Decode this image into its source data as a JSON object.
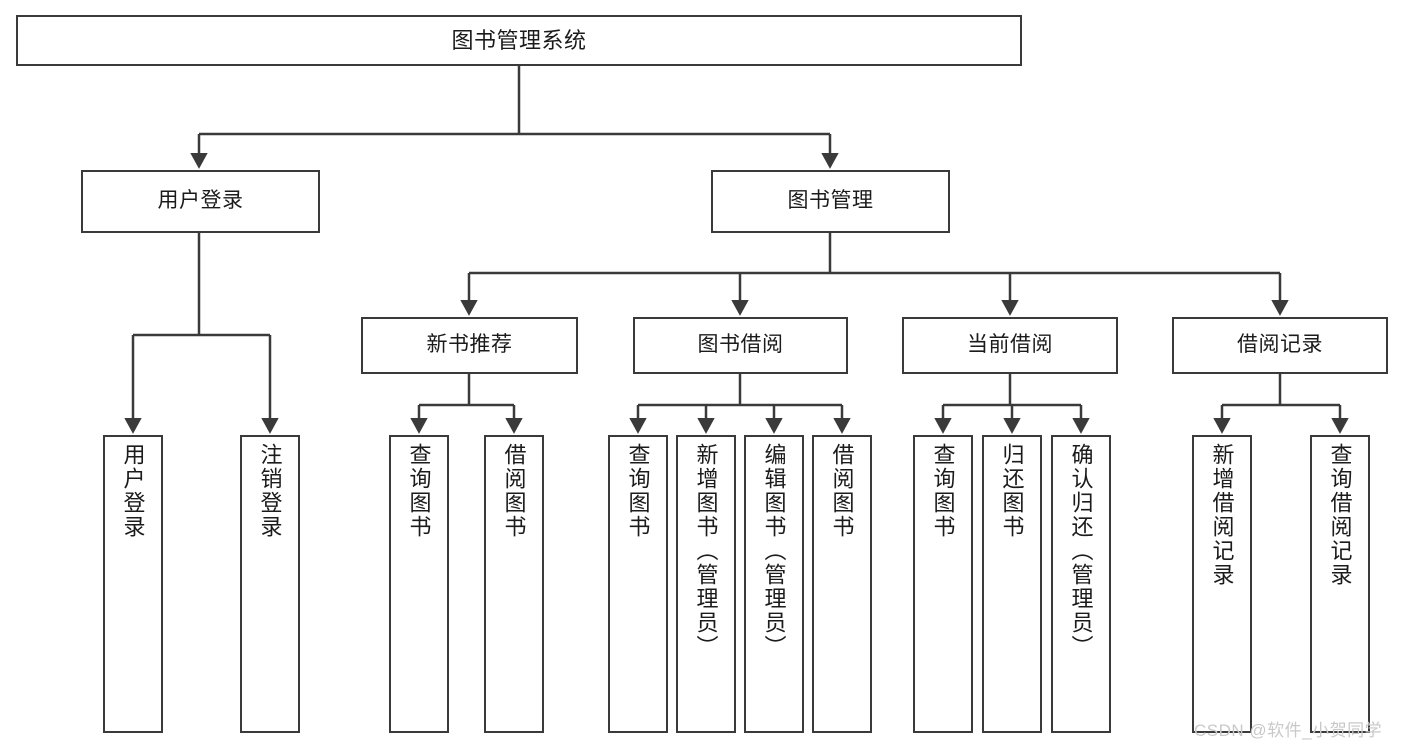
{
  "diagram": {
    "title": "图书管理系统",
    "type": "tree",
    "watermark": "CSDN @软件_小贺同学",
    "colors": {
      "border": "#3a3a3a",
      "text": "#1b1b1b",
      "background": "#ffffff",
      "edge": "#3a3a3a",
      "watermark": "#c9c9c9"
    },
    "nodes": {
      "root": {
        "label": "图书管理系统",
        "level": 1
      },
      "level2": [
        {
          "id": "user-login",
          "label": "用户登录",
          "level": 2
        },
        {
          "id": "book-manage",
          "label": "图书管理",
          "level": 2
        }
      ],
      "level3": [
        {
          "id": "new-book-rec",
          "label": "新书推荐",
          "level": 3,
          "parent": "book-manage"
        },
        {
          "id": "book-borrow",
          "label": "图书借阅",
          "level": 3,
          "parent": "book-manage"
        },
        {
          "id": "current-borrow",
          "label": "当前借阅",
          "level": 3,
          "parent": "book-manage"
        },
        {
          "id": "borrow-record",
          "label": "借阅记录",
          "level": 3,
          "parent": "book-manage"
        }
      ],
      "leaves": [
        {
          "id": "leaf-user-login",
          "label": "用户登录",
          "parent": "user-login"
        },
        {
          "id": "leaf-logout",
          "label": "注销登录",
          "parent": "user-login"
        },
        {
          "id": "leaf-query-book-1",
          "label": "查询图书",
          "parent": "new-book-rec"
        },
        {
          "id": "leaf-borrow-book-1",
          "label": "借阅图书",
          "parent": "new-book-rec"
        },
        {
          "id": "leaf-query-book-2",
          "label": "查询图书",
          "parent": "book-borrow"
        },
        {
          "id": "leaf-add-book",
          "label": "新增图书（管理员）",
          "parent": "book-borrow"
        },
        {
          "id": "leaf-edit-book",
          "label": "编辑图书（管理员）",
          "parent": "book-borrow"
        },
        {
          "id": "leaf-borrow-book-2",
          "label": "借阅图书",
          "parent": "book-borrow"
        },
        {
          "id": "leaf-query-book-3",
          "label": "查询图书",
          "parent": "current-borrow"
        },
        {
          "id": "leaf-return-book",
          "label": "归还图书",
          "parent": "current-borrow"
        },
        {
          "id": "leaf-confirm-return",
          "label": "确认归还（管理员）",
          "parent": "current-borrow"
        },
        {
          "id": "leaf-add-record",
          "label": "新增借阅记录",
          "parent": "borrow-record"
        },
        {
          "id": "leaf-query-record",
          "label": "查询借阅记录",
          "parent": "borrow-record"
        }
      ]
    }
  }
}
